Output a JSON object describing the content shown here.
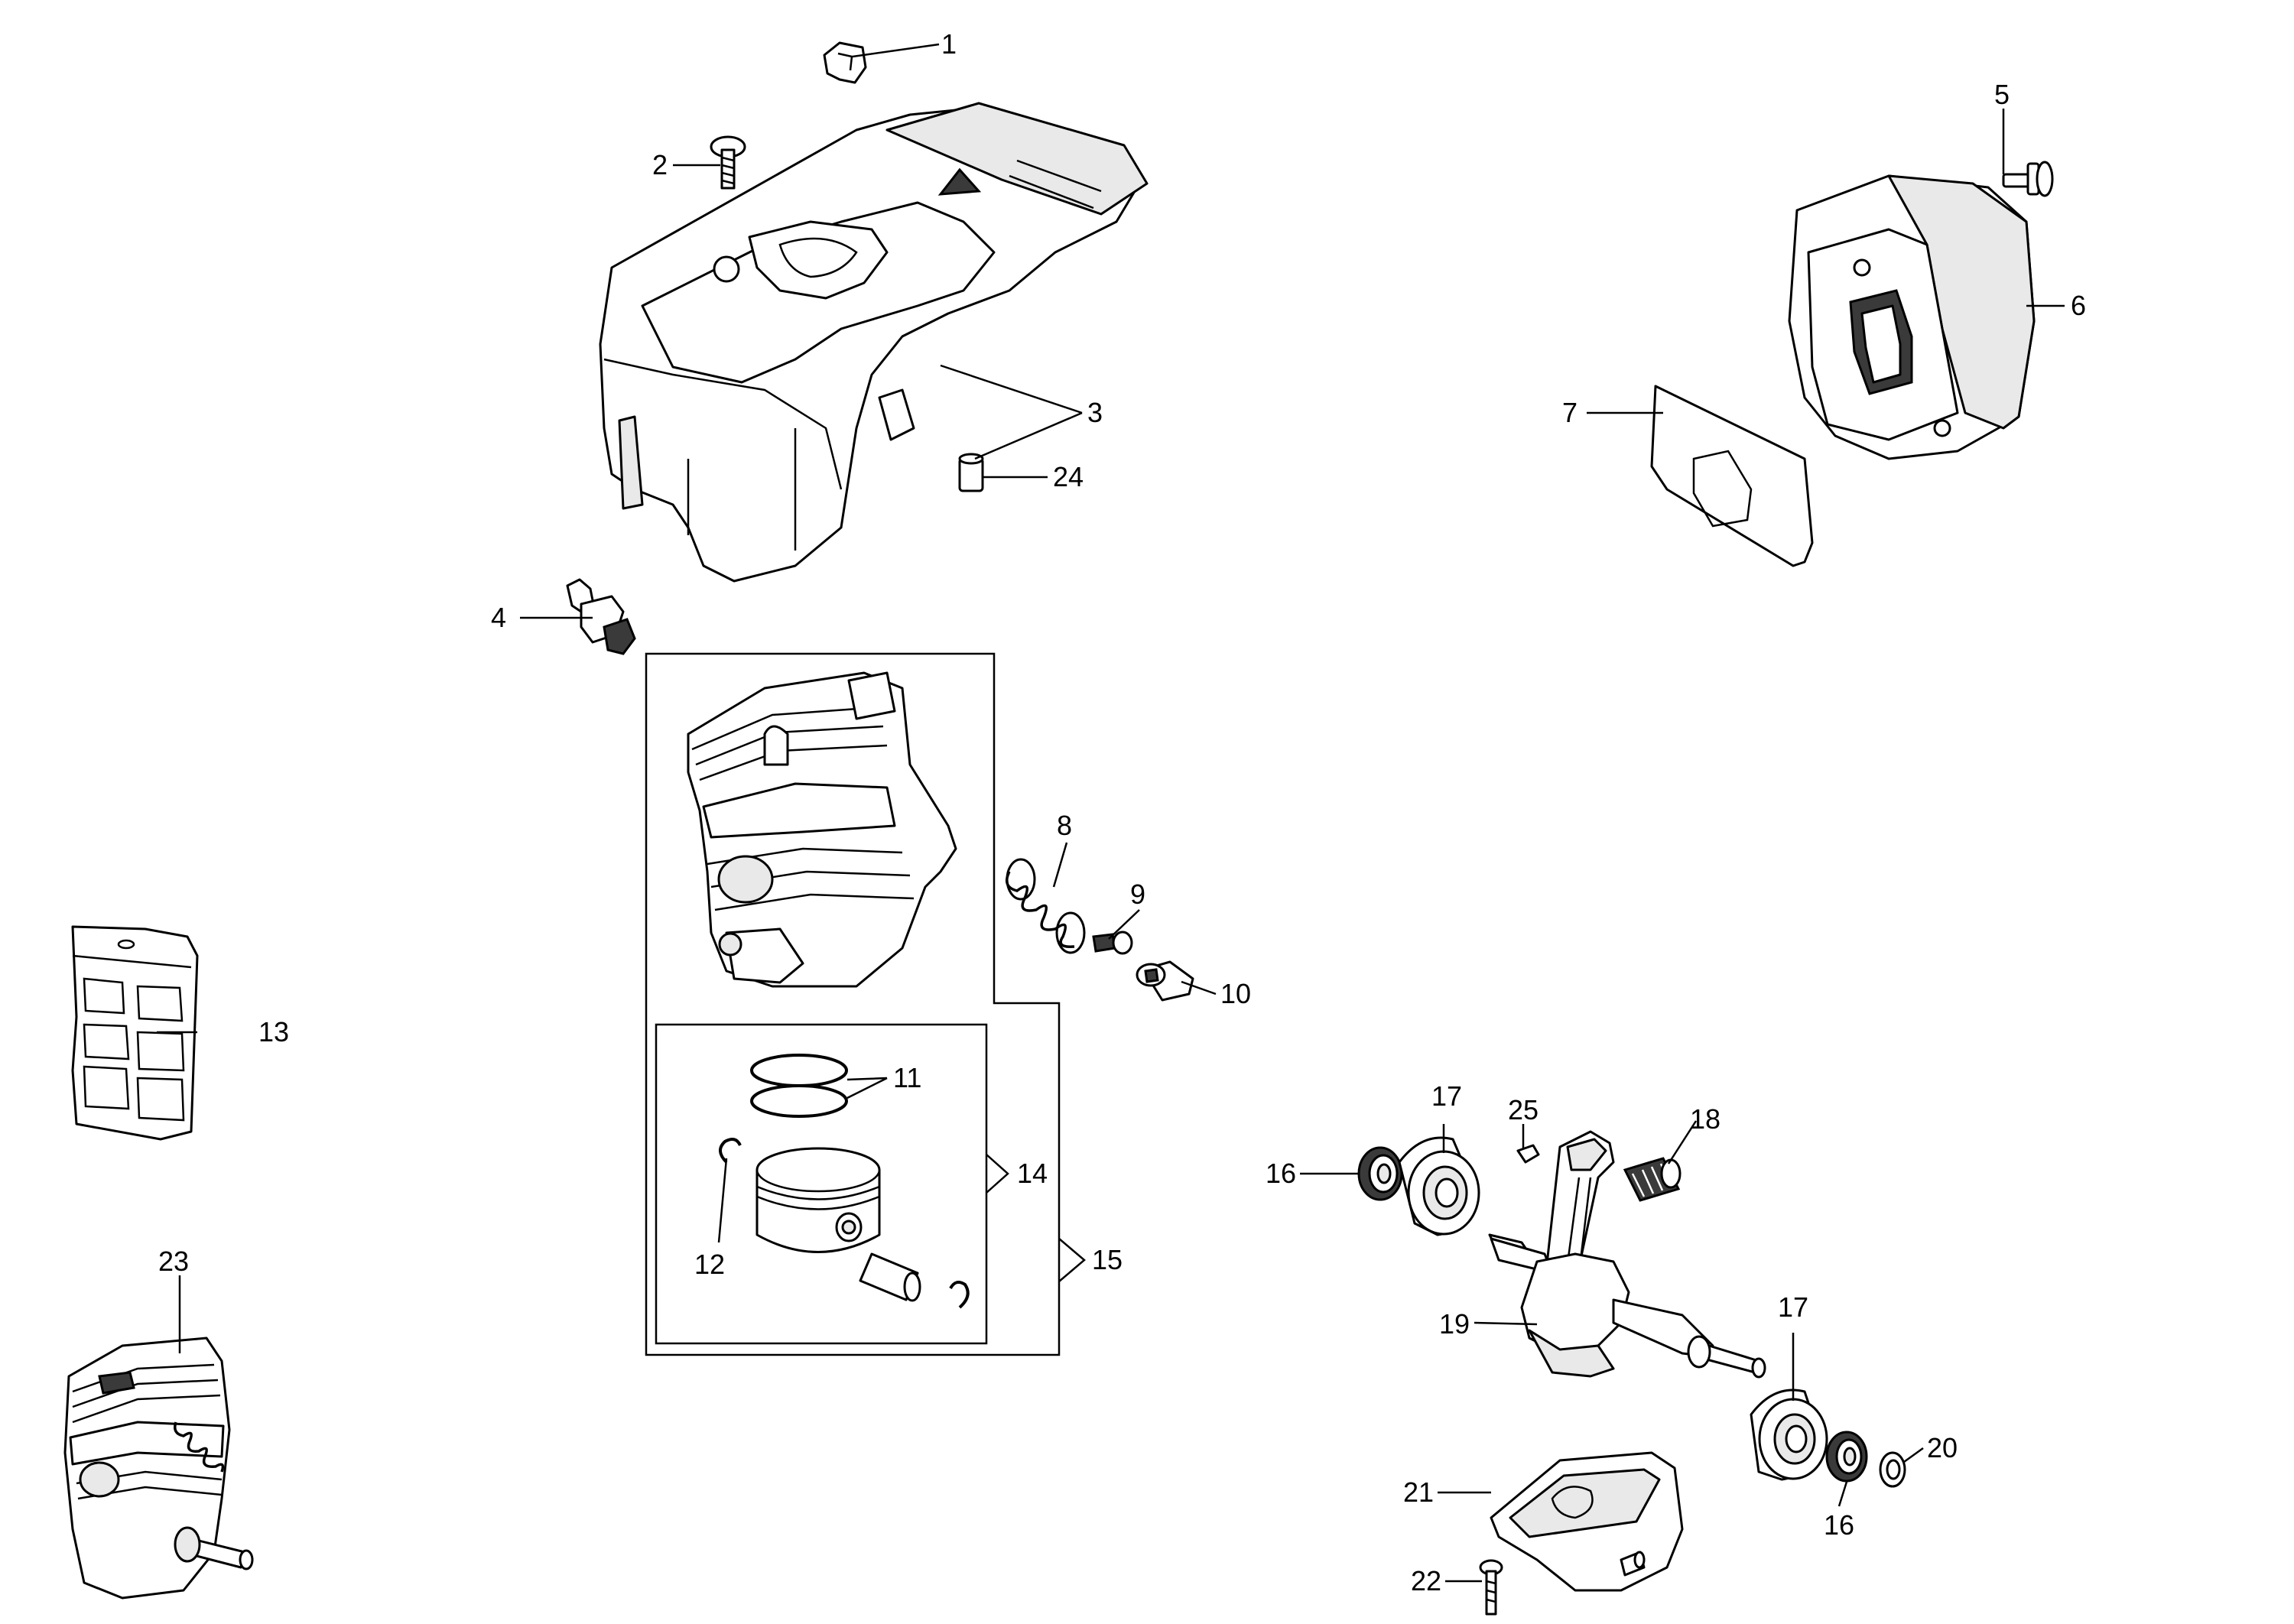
{
  "labels": {
    "p1": "1",
    "p2": "2",
    "p3": "3",
    "p4": "4",
    "p5": "5",
    "p6": "6",
    "p7": "7",
    "p8": "8",
    "p9": "9",
    "p10": "10",
    "p11": "11",
    "p12": "12",
    "p13": "13",
    "p14": "14",
    "p15": "15",
    "p16a": "16",
    "p16b": "16",
    "p17a": "17",
    "p17b": "17",
    "p18": "18",
    "p19": "19",
    "p20": "20",
    "p21": "21",
    "p22": "22",
    "p23": "23",
    "p24": "24",
    "p25": "25"
  }
}
